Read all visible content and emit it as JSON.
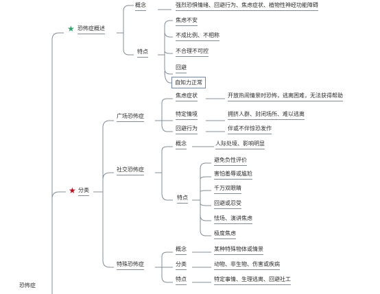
{
  "colors": {
    "line": "#7f8c9a",
    "selection": "#6a87b8",
    "star_overview": "#2aa76a",
    "star_classify": "#d0021b"
  },
  "root": {
    "label": "恐怖症"
  },
  "overview": {
    "label": "恐怖症概述",
    "icon": "green-star-icon",
    "concept": {
      "label": "概念",
      "text": "强烈恐惧情绪、回避行为、焦虑症状、植物性神经功能障碍"
    },
    "features": {
      "label": "特点",
      "items": [
        "焦虑不安",
        "不成比例、不相称",
        "不合理不可控",
        "回避",
        "自知力正常"
      ]
    }
  },
  "classification": {
    "label": "分类",
    "icon": "red-star-icon",
    "agoraphobia": {
      "label": "广场恐怖症",
      "rows": [
        {
          "label": "焦虑症状",
          "text": "开放热闹情景时恐怖，逃离困难，无法获得帮助"
        },
        {
          "label": "特定情境",
          "text": "拥挤人群、封闭场所、难以逃离"
        },
        {
          "label": "回避行为",
          "text": "伴或不伴惊恐发作"
        }
      ]
    },
    "social": {
      "label": "社交恐怖症",
      "concept": {
        "label": "概念",
        "text": "人际处境、影响明显"
      },
      "features": {
        "label": "特点",
        "items": [
          "避免负性评价",
          "害怕羞辱或尴尬",
          "千万双眼睛",
          "回避或忍受",
          "怯场、演讲焦虑",
          "极度焦虑"
        ]
      }
    },
    "specific": {
      "label": "特殊恐怖症",
      "rows": [
        {
          "label": "概念",
          "text": "某种特殊物体或情景"
        },
        {
          "label": "分类",
          "text": "动物、非生物、伤害或疾病"
        },
        {
          "label": "特点",
          "text": "特定事情、生理逃离、回避社工"
        }
      ]
    }
  }
}
